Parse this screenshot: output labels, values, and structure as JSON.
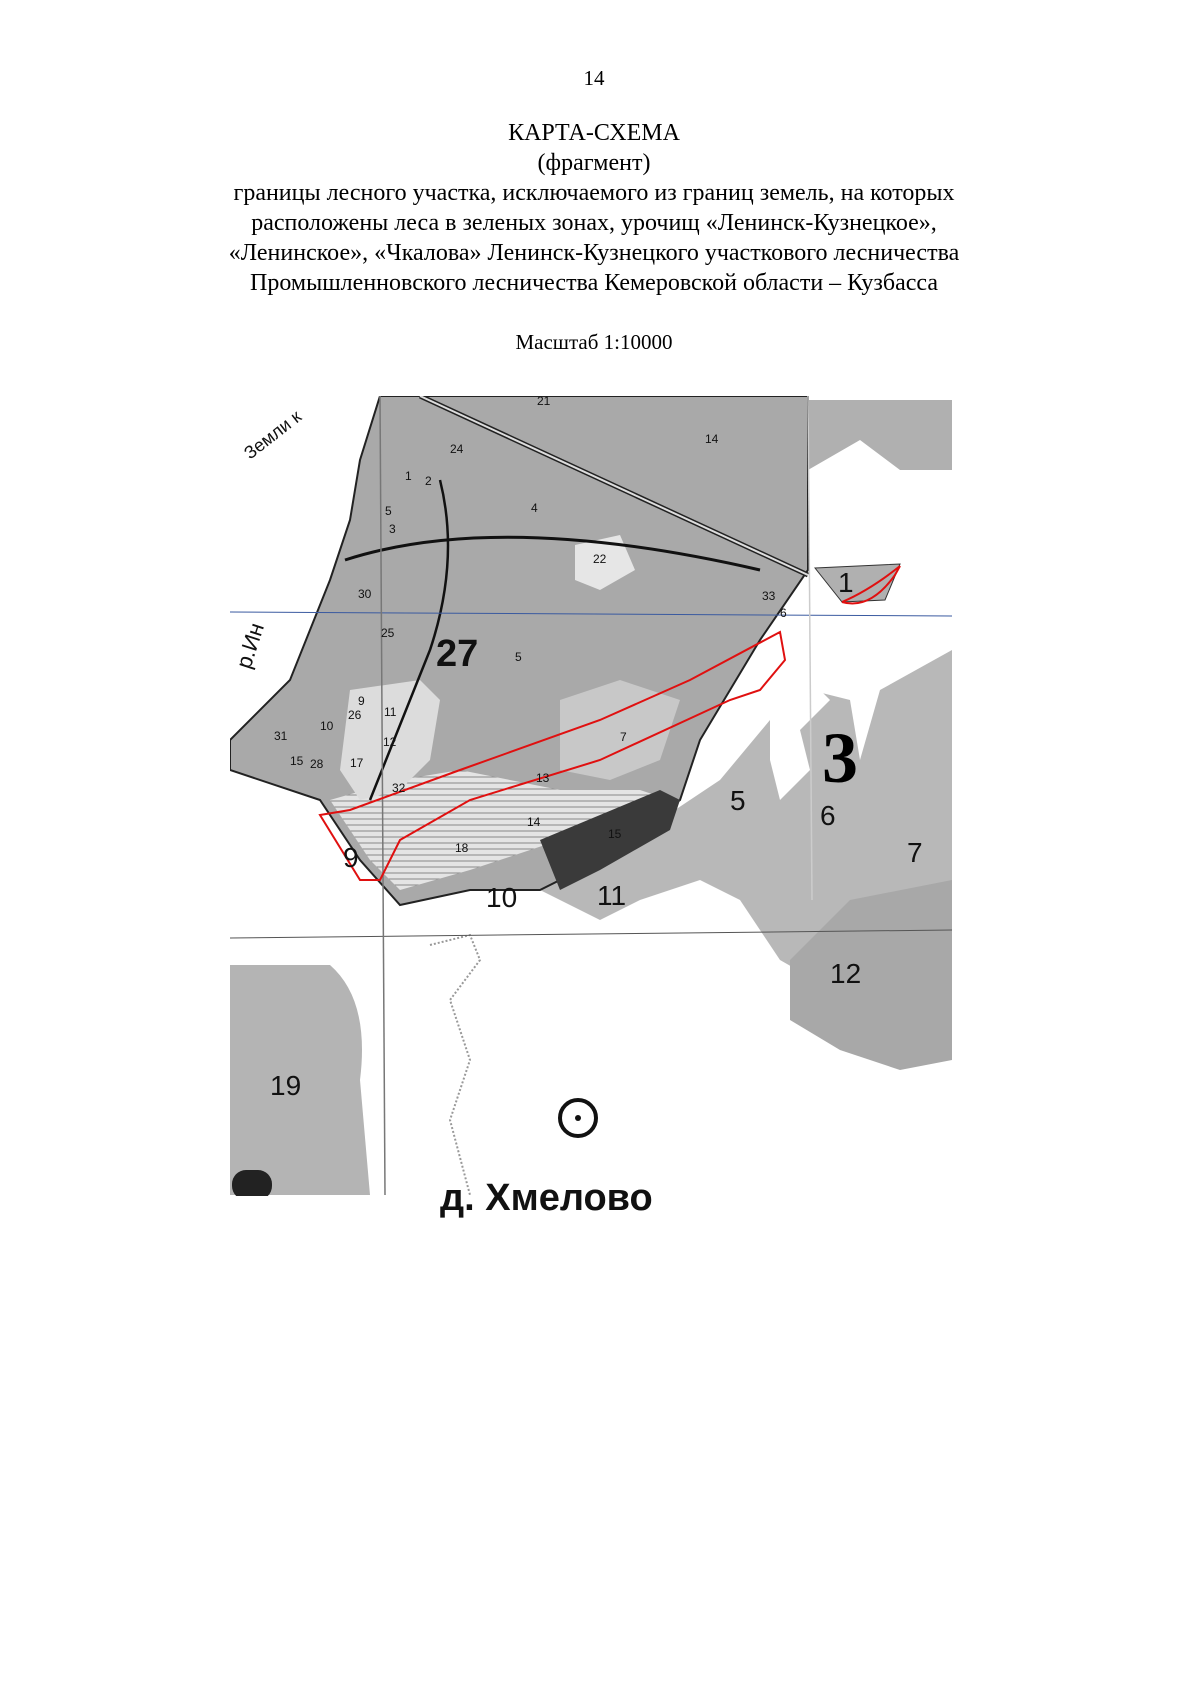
{
  "page_number": "14",
  "title": {
    "line1": "КАРТА-СХЕМА",
    "line2": "(фрагмент)",
    "line3": "границы лесного участка, исключаемого из границ земель, на которых",
    "line4": "расположены леса в зеленых зонах, урочищ «Ленинск-Кузнецкое»,",
    "line5": "«Ленинское», «Чкалова» Ленинск-Кузнецкого участкового лесничества",
    "line6": "Промышленновского лесничества Кемеровской области – Кузбасса"
  },
  "scale": "Масштаб 1:10000",
  "map": {
    "colors": {
      "forest": "#a9a9a9",
      "light": "#dcdcdc",
      "dark": "#3a3a3a",
      "boundary": "#e01010",
      "line": "#222222"
    },
    "text_labels": {
      "lands": "Земли к",
      "river": "р.Ин",
      "village": "д. Хмелово"
    },
    "quarter_labels": {
      "q27": "27",
      "q3": "3"
    },
    "small_labels": [
      "21",
      "24",
      "14",
      "1",
      "2",
      "4",
      "5",
      "3",
      "22",
      "30",
      "25",
      "5",
      "33",
      "6",
      "26",
      "11",
      "9",
      "10",
      "12",
      "31",
      "15",
      "28",
      "17",
      "7",
      "13",
      "32",
      "14",
      "15",
      "18"
    ],
    "adjacent_labels": [
      "1",
      "5",
      "6",
      "7",
      "9",
      "10",
      "11",
      "12",
      "19"
    ]
  }
}
